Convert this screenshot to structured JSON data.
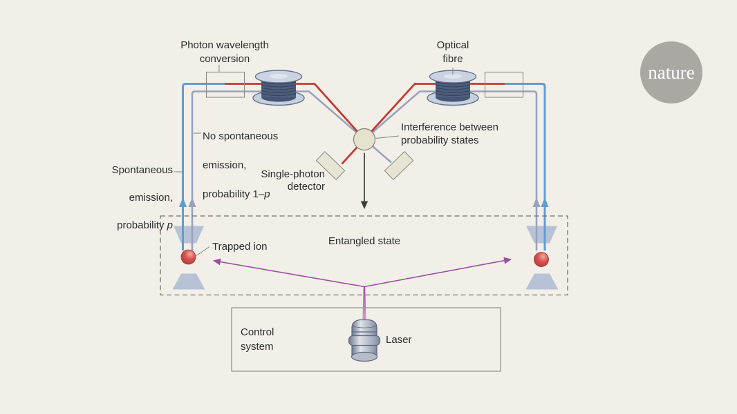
{
  "page": {
    "background": "#f2efe9"
  },
  "logo": {
    "label": "nature",
    "circle_color": "#a9a8a3",
    "text_color": "#ffffff"
  },
  "labels": {
    "photon_conversion": "Photon wavelength\nconversion",
    "optical_fibre": "Optical\nfibre",
    "no_emission": {
      "line1": "No spontaneous",
      "line2": "emission,",
      "line3_prefix": "probability 1–",
      "line3_var": "p"
    },
    "spontaneous_emission": {
      "line1": "Spontaneous",
      "line2": "emission,",
      "line3_prefix": "probability ",
      "line3_var": "p"
    },
    "single_photon_detector": "Single-photon\ndetector",
    "interference": "Interference between\nprobability states",
    "trapped_ion": "Trapped ion",
    "entangled_state": "Entangled state",
    "control_system": "Control\nsystem",
    "laser": "Laser"
  },
  "colors": {
    "background": "#f2efe9",
    "photon_blue": "#5f9dcf",
    "probability_gray": "#99a2bb",
    "telecom_red": "#c23b33",
    "laser_purple": "#9c4f9e",
    "ion_red": "#d14b48",
    "trap_gray_blue": "#b7c2d7",
    "beamsplitter_beige": "#e5e2cd",
    "spool_body_blue": "#4e5e7e",
    "spool_flange": "#cad3e1",
    "nature_gray": "#a9a8a3",
    "text": "#2b2d2f"
  }
}
